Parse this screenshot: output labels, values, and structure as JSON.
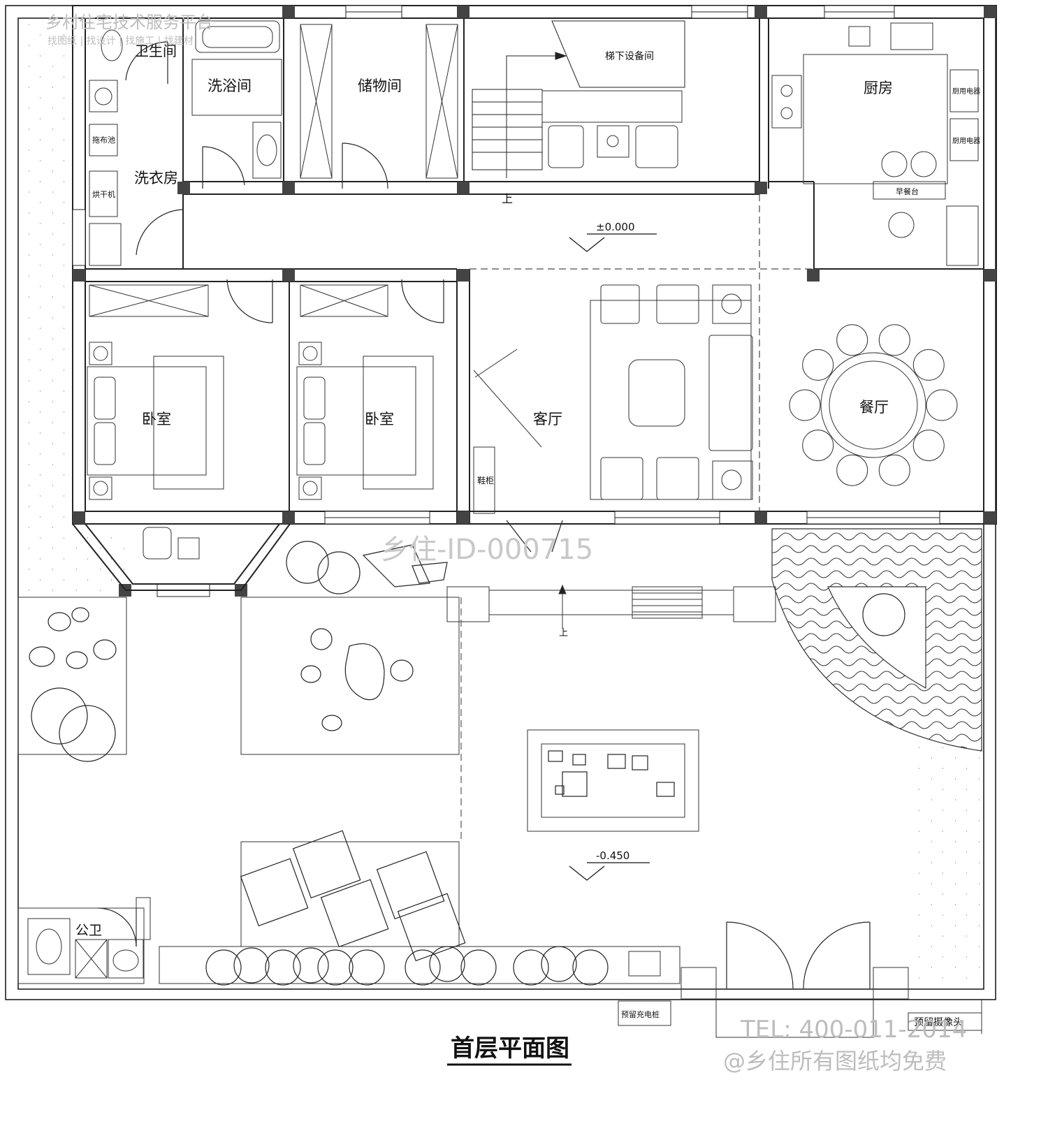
{
  "watermark": {
    "platform": "乡村住宅技术服务平台",
    "links": "找图纸 | 找设计 | 找施工 | 找建材",
    "id": "乡住-ID-000715",
    "tel": "TEL: 400-011-2014",
    "free": "@乡住所有图纸均免费"
  },
  "title": "首层平面图",
  "rooms": {
    "toilet": "卫生间",
    "bath": "洗浴间",
    "storage": "储物间",
    "equipment": "梯下设备间",
    "kitchen": "厨房",
    "laundry": "洗衣房",
    "mop_pool": "拖布池",
    "dryer": "烘干机",
    "appliance_1": "厨用电器",
    "appliance_2": "厨用电器",
    "breakfast": "早餐台",
    "bedroom_1": "卧室",
    "bedroom_2": "卧室",
    "living": "客厅",
    "dining": "餐厅",
    "shoe_cabinet": "鞋柜",
    "public_wc": "公卫"
  },
  "levels": {
    "upper": "±0.000",
    "lower": "-0.450"
  },
  "stair_up_1": "上",
  "stair_up_2": "上",
  "annotations": {
    "charger": "预留充电桩",
    "camera": "预留摄像头"
  },
  "colors": {
    "line": "#111111",
    "wall": "#333333",
    "watermark": "#bdbdbd"
  }
}
